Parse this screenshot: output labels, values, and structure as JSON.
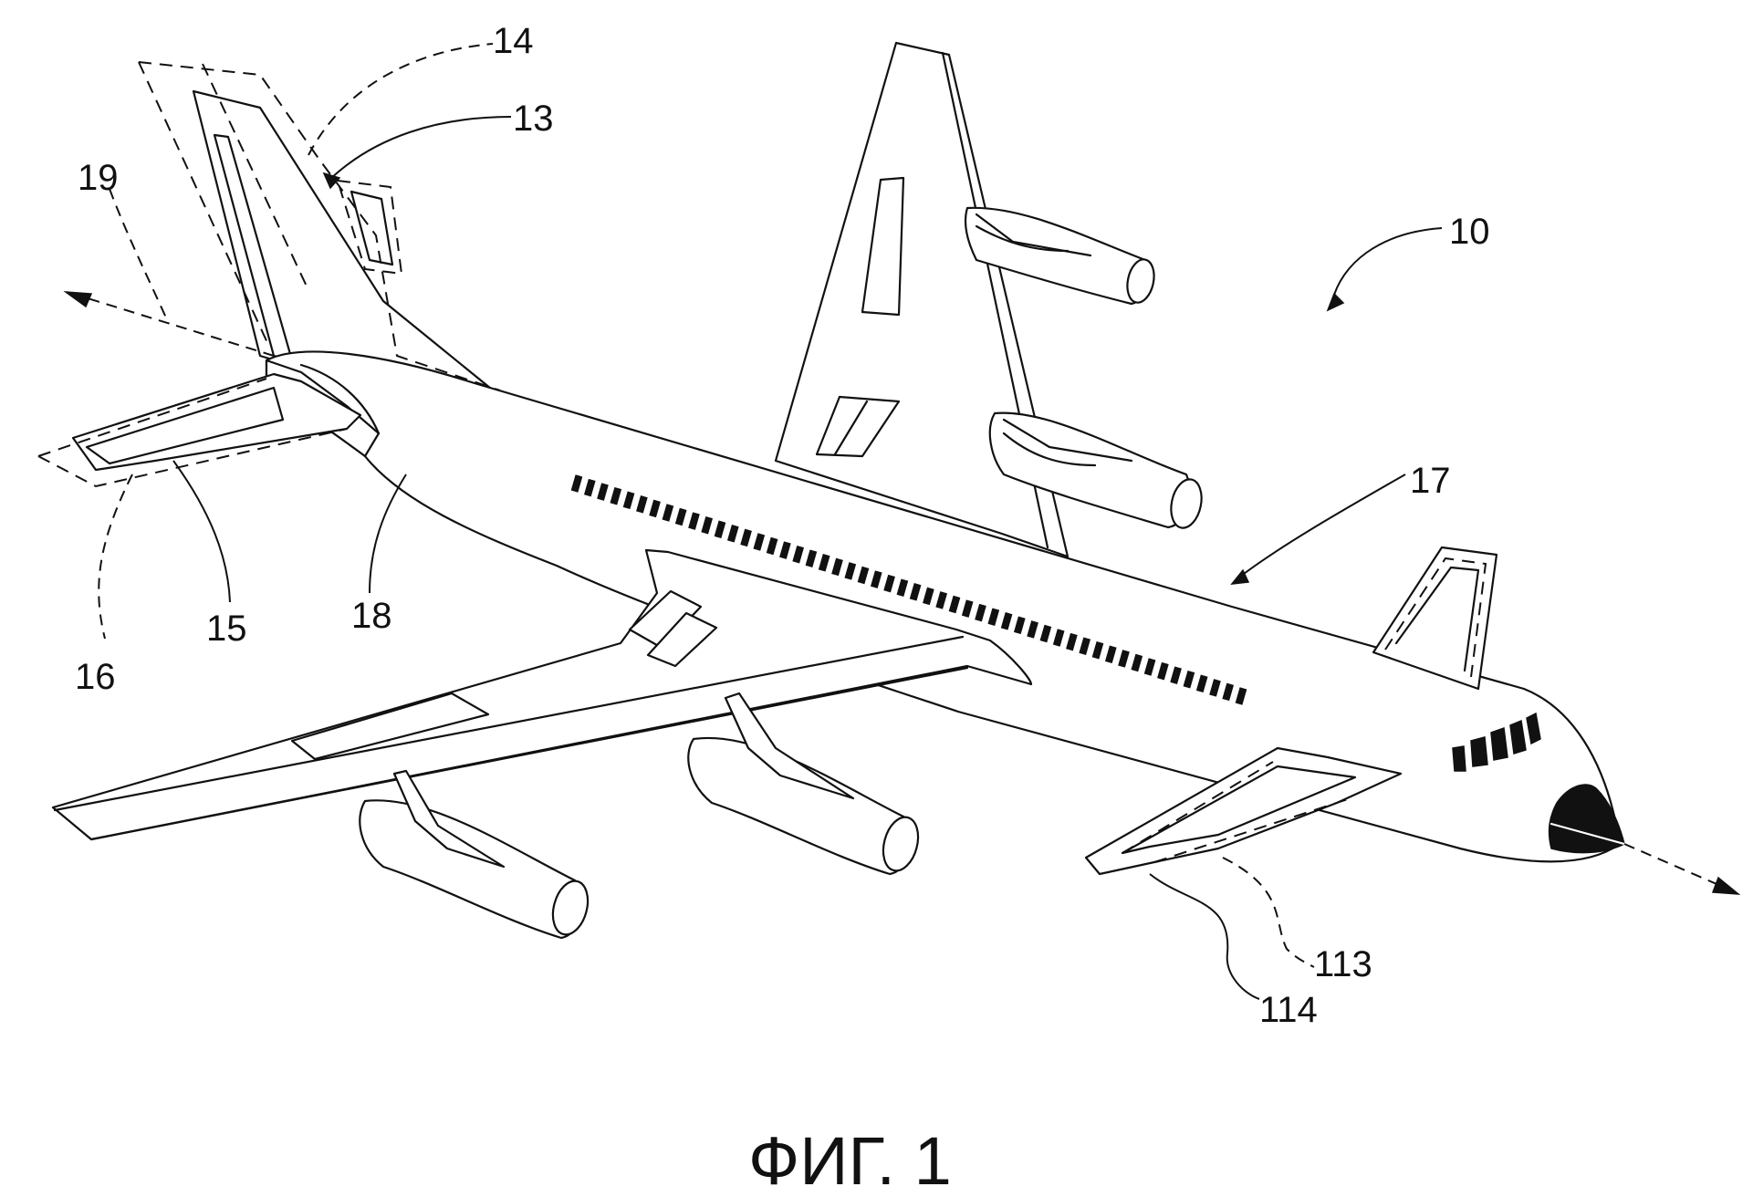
{
  "figure": {
    "caption": "ФИГ. 1",
    "reference_numerals": {
      "r10": "10",
      "r13": "13",
      "r14": "14",
      "r15": "15",
      "r16": "16",
      "r17": "17",
      "r18": "18",
      "r19": "19",
      "r113": "113",
      "r114": "114"
    }
  }
}
